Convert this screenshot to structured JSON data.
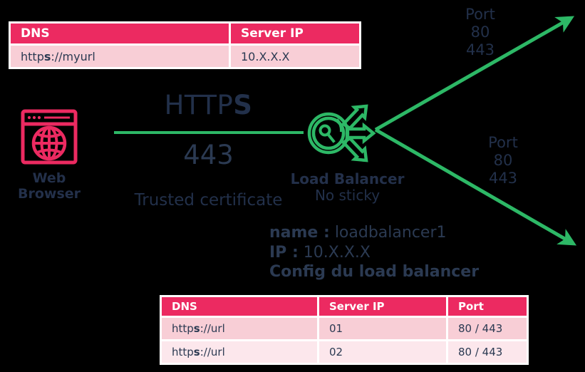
{
  "colors": {
    "background": "#000000",
    "table_header": "#EC2A61",
    "table_row_dark": "#F8CED6",
    "table_row_light": "#FCE7EC",
    "accent_green": "#2DB866",
    "text_navy": "#23304a",
    "icon_pink": "#EC2A61"
  },
  "top_table": {
    "name": "dns-server-table",
    "columns": [
      "DNS",
      "Server IP"
    ],
    "rows": [
      {
        "dns_prefix": "http",
        "dns_bold": "s",
        "dns_suffix": "://myurl",
        "server_ip": "10.X.X.X"
      }
    ]
  },
  "bottom_table": {
    "name": "load-balancer-config-table",
    "columns": [
      "DNS",
      "Server IP",
      "Port"
    ],
    "rows": [
      {
        "dns_prefix": "http",
        "dns_bold": "s",
        "dns_suffix": "://url",
        "server_ip": "01",
        "port": "80 / 443"
      },
      {
        "dns_prefix": "http",
        "dns_bold": "s",
        "dns_suffix": "://url",
        "server_ip": "02",
        "port": "80 / 443"
      }
    ]
  },
  "client": {
    "icon": "web-browser-globe-icon",
    "caption": "Web\nBrowser"
  },
  "connection": {
    "protocol_prefix": "HTTP",
    "protocol_bold": "S",
    "port": "443",
    "note": "Trusted certificate"
  },
  "load_balancer": {
    "icon": "load-balancer-gauge-arrows-icon",
    "title": "Load Balancer",
    "subtitle": "No sticky"
  },
  "config": {
    "name_key": "name :",
    "name_value": "loadbalancer1",
    "ip_key": "IP :",
    "ip_value": "10.X.X.X",
    "heading": "Config du load balancer"
  },
  "backends": [
    {
      "name": "backend-top",
      "label": "Port\n80\n443"
    },
    {
      "name": "backend-bottom",
      "label": "Port\n80\n443"
    }
  ]
}
